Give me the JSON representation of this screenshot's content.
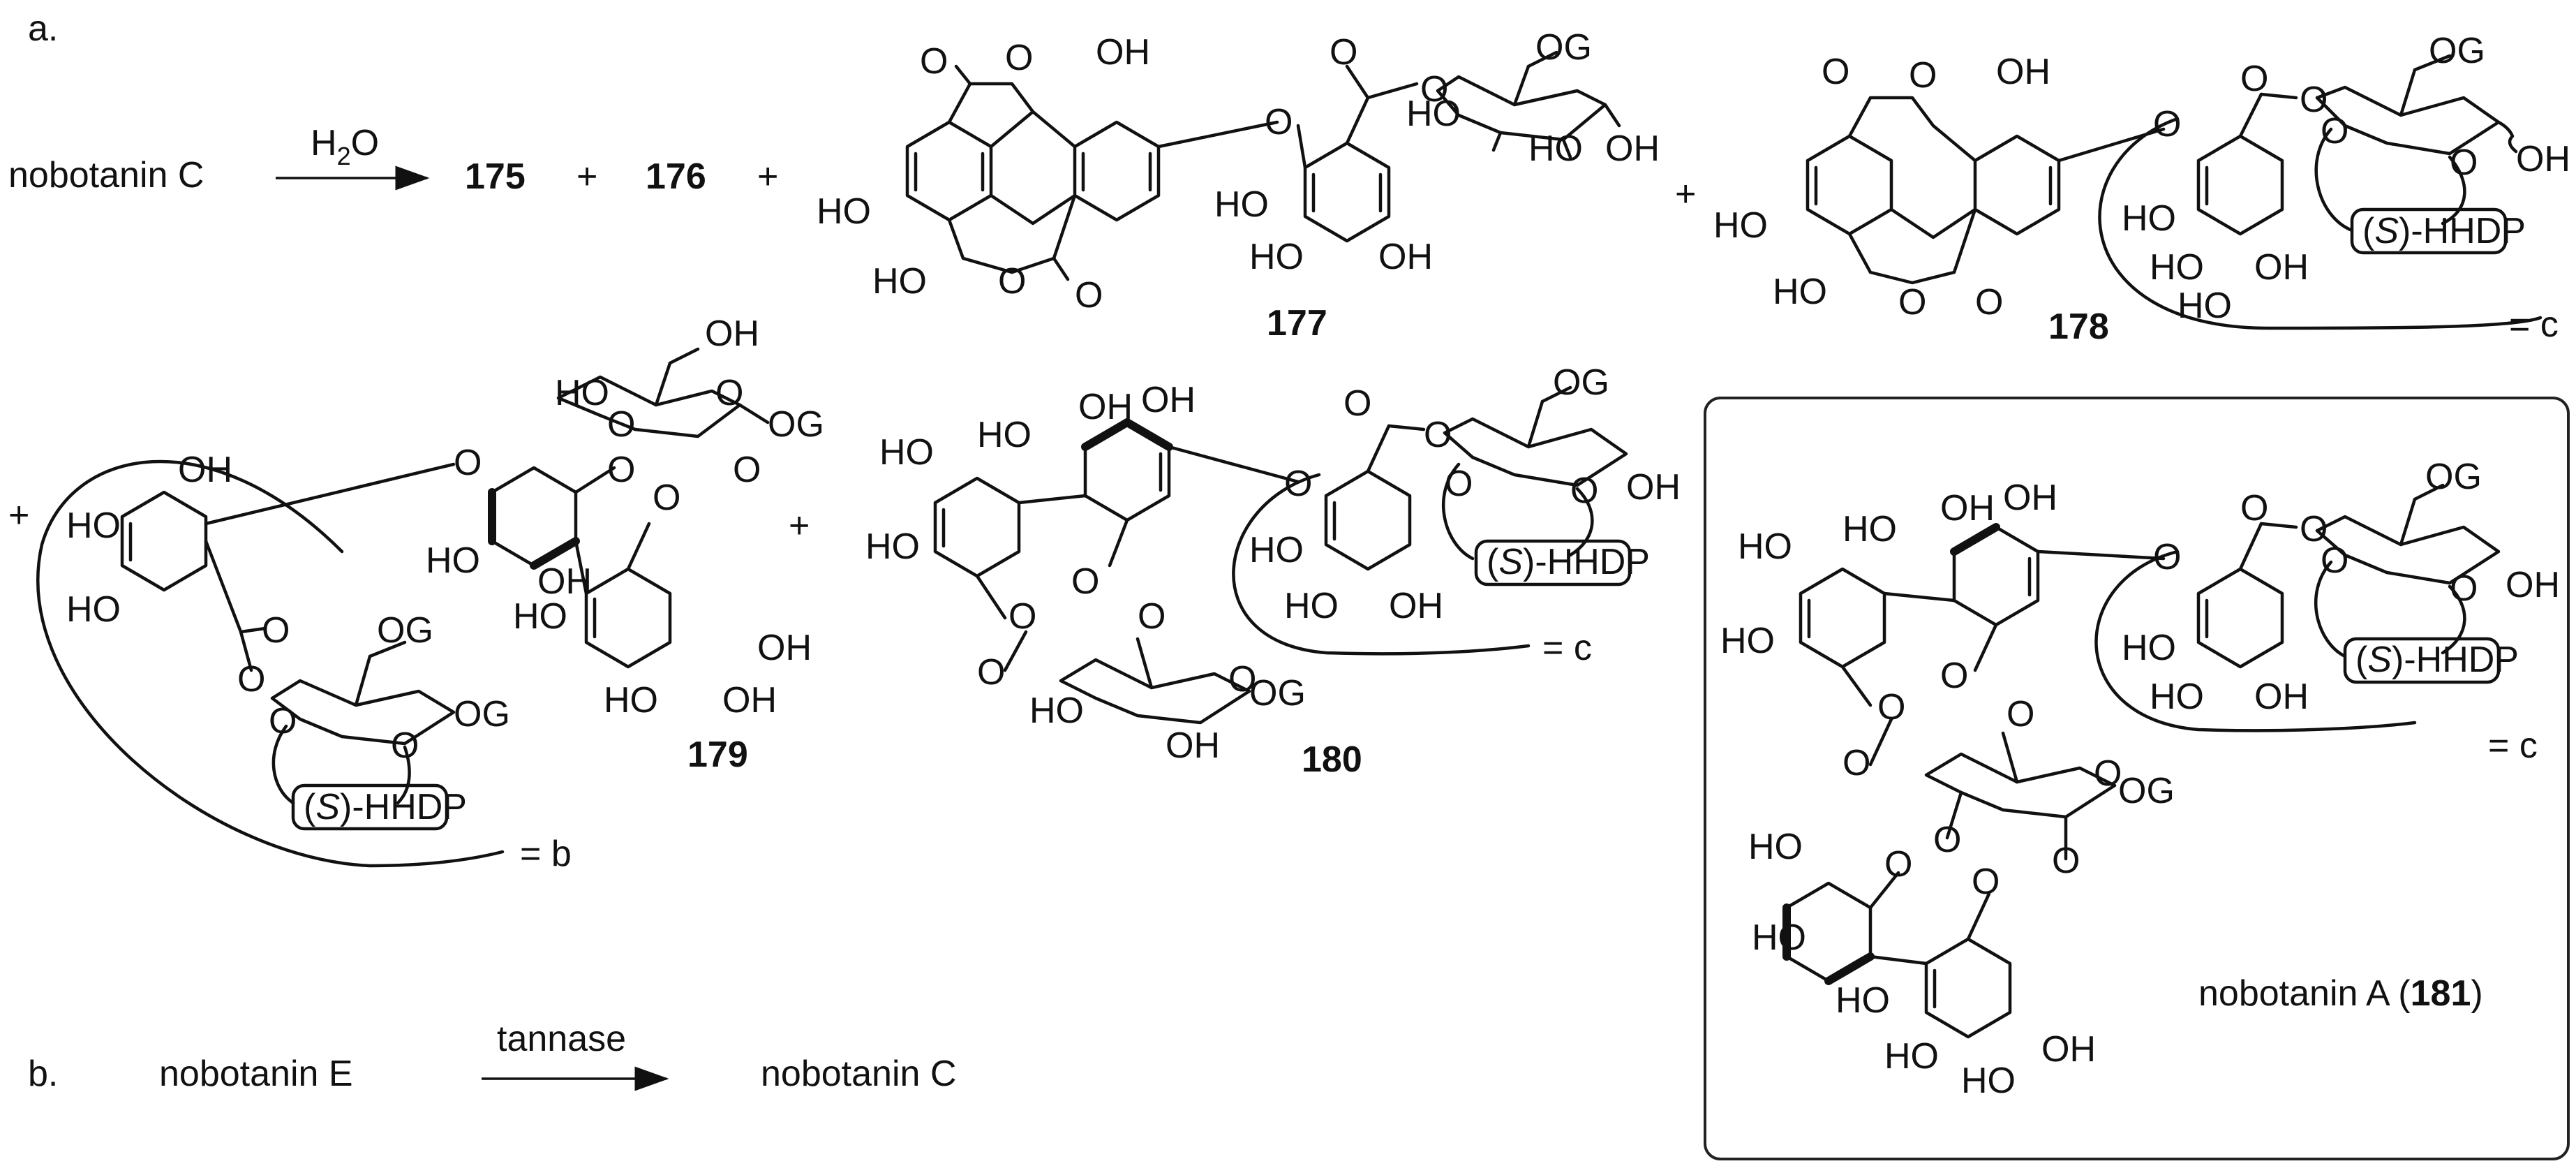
{
  "parts": {
    "a": "a.",
    "b": "b."
  },
  "reaction_a": {
    "reactant": "nobotanin C",
    "reagent_prefix": "H",
    "reagent_sub": "2",
    "reagent_suffix": "O",
    "products": [
      "175",
      "176"
    ],
    "plus": "+"
  },
  "compounds": {
    "c177": "177",
    "c178": "178",
    "c179": "179",
    "c180": "180",
    "c181_name": "nobotanin A",
    "c181_open": " (",
    "c181_num": "181",
    "c181_close": ")"
  },
  "groups": {
    "hhdp_pre": "(",
    "hhdp_s": "S",
    "hhdp_post": ")-HHDP",
    "eq_b": "= b",
    "eq_c": "= c"
  },
  "atoms": {
    "O": "O",
    "OH": "OH",
    "HO": "HO",
    "OG": "OG"
  },
  "reaction_b": {
    "reactant": "nobotanin E",
    "enzyme": "tannase",
    "product": "nobotanin C"
  }
}
